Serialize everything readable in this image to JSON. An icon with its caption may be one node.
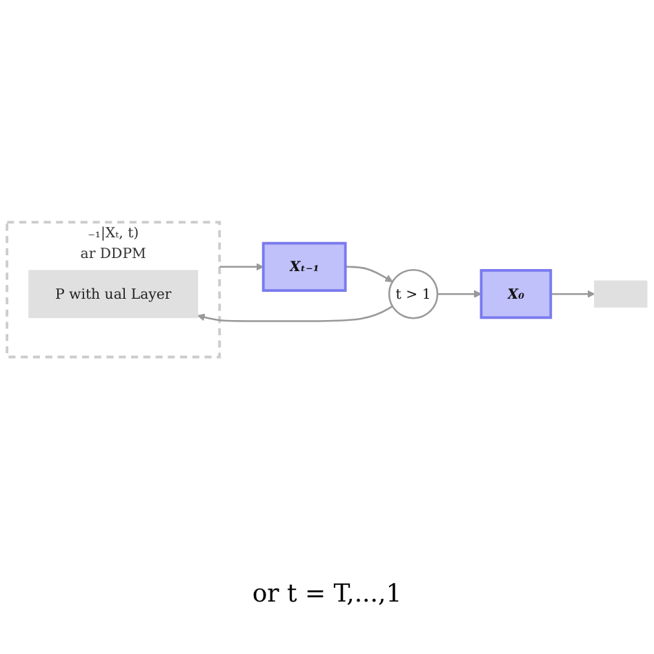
{
  "diagram": {
    "nodes": [
      {
        "text": [
          "₋₁|Xₜ, t)",
          "ar DDPM"
        ]
      },
      {
        "text": [
          "P with ual Layer"
        ],
        "in": 0
      },
      {
        "text": [
          "Xₜ₋₁"
        ]
      },
      {
        "text": [
          "t > 1"
        ]
      },
      {
        "text": [
          "X₀"
        ]
      },
      {
        "text": [],
        "shape": "box"
      }
    ],
    "edges": [
      {
        "from": 0,
        "to": 2,
        "arrow": "to"
      },
      {
        "from": 2,
        "to": 3,
        "arrow": "to"
      },
      {
        "from": 3,
        "to": 4,
        "arrow": "to"
      },
      {
        "from": 4,
        "to": 5,
        "arrow": "to"
      },
      {
        "from": 3,
        "to": 1,
        "arrow": "to"
      }
    ],
    "labels": [
      "or t = T,...,1"
    ]
  }
}
